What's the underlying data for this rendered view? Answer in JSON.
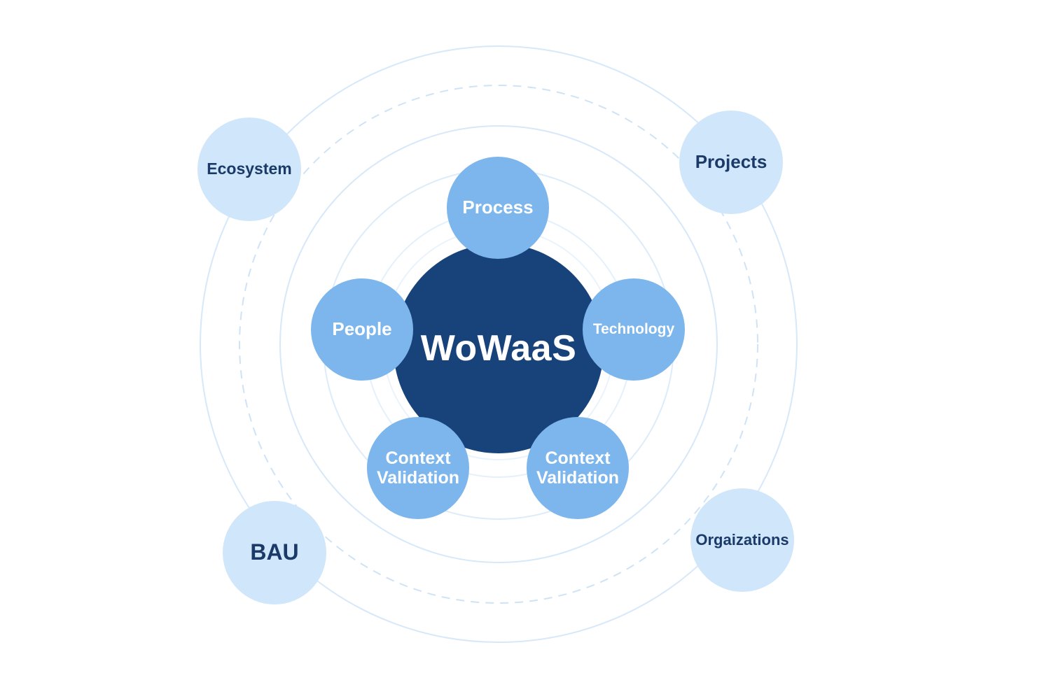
{
  "diagram": {
    "center": {
      "label": "WoWaaS"
    },
    "inner_nodes": [
      {
        "id": "process",
        "label": "Process"
      },
      {
        "id": "people",
        "label": "People"
      },
      {
        "id": "technology",
        "label": "Technology"
      },
      {
        "id": "context-validation-left",
        "lines": [
          "Context",
          "Validation"
        ]
      },
      {
        "id": "context-validation-right",
        "lines": [
          "Context",
          "Validation"
        ]
      }
    ],
    "outer_nodes": [
      {
        "id": "ecosystem",
        "label": "Ecosystem"
      },
      {
        "id": "projects",
        "label": "Projects"
      },
      {
        "id": "bau",
        "label": "BAU"
      },
      {
        "id": "orgaizations",
        "label": "Orgaizations"
      }
    ]
  },
  "colors": {
    "hub": "#17437a",
    "inner_node": "#7cb6ec",
    "outer_node": "#cfe6fb",
    "outer_text": "#1b3a68",
    "ring": "#cfe3f7"
  }
}
